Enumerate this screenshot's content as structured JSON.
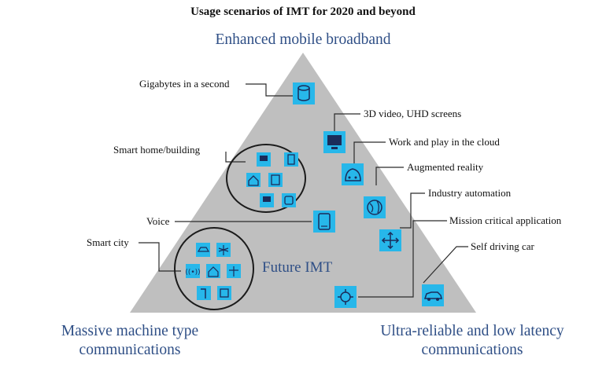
{
  "title": "Usage scenarios of IMT for 2020 and beyond",
  "corners": {
    "top": "Enhanced mobile broadband",
    "left_line1": "Massive machine type",
    "left_line2": "communications",
    "right_line1": "Ultra-reliable and low latency",
    "right_line2": "communications"
  },
  "center": "Future IMT",
  "labels": {
    "gigabytes": "Gigabytes in a second",
    "video": "3D video, UHD screens",
    "cloud": "Work and play in the cloud",
    "ar": "Augmented reality",
    "industry": "Industry automation",
    "mission": "Mission critical application",
    "car": "Self driving car",
    "smart_home": "Smart home/building",
    "voice": "Voice",
    "smart_city": "Smart city"
  },
  "colors": {
    "triangle": "#bfbfbf",
    "icon_fill": "#27b7ea",
    "icon_dark": "#1b2c5a",
    "accent_text": "#2f4f86"
  },
  "icons": [
    "database-icon",
    "monitor-icon",
    "cloud-gamepad-icon",
    "globe-icon",
    "industry-arrows-icon",
    "mission-crosshair-icon",
    "car-icon",
    "tablet-icon",
    "smart-home-icons",
    "smart-city-icons"
  ]
}
